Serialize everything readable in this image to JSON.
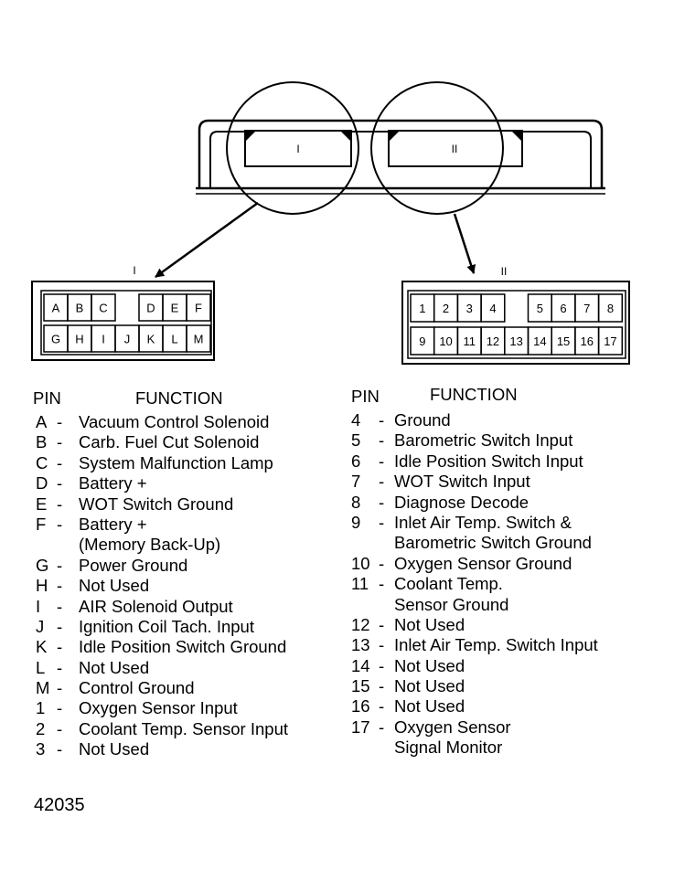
{
  "connector_labels": {
    "left": "I",
    "right": "II"
  },
  "connector_i": {
    "top_row": [
      "A",
      "B",
      "C",
      "",
      "D",
      "E",
      "F"
    ],
    "bottom_row": [
      "G",
      "H",
      "I",
      "J",
      "K",
      "L",
      "M"
    ]
  },
  "connector_ii": {
    "top_row": [
      "1",
      "2",
      "3",
      "4",
      "",
      "5",
      "6",
      "7",
      "8"
    ],
    "bottom_row": [
      "9",
      "10",
      "11",
      "12",
      "13",
      "14",
      "15",
      "16",
      "17"
    ]
  },
  "table_left": {
    "pin_header": "PIN",
    "function_header": "FUNCTION",
    "rows": [
      {
        "pin": "A",
        "lines": [
          "Vacuum Control Solenoid"
        ]
      },
      {
        "pin": "B",
        "lines": [
          "Carb. Fuel Cut Solenoid"
        ]
      },
      {
        "pin": "C",
        "lines": [
          "System Malfunction Lamp"
        ]
      },
      {
        "pin": "D",
        "lines": [
          "Battery +"
        ]
      },
      {
        "pin": "E",
        "lines": [
          "WOT Switch Ground"
        ]
      },
      {
        "pin": "F",
        "lines": [
          "Battery +",
          "(Memory Back-Up)"
        ]
      },
      {
        "pin": "G",
        "lines": [
          "Power Ground"
        ]
      },
      {
        "pin": "H",
        "lines": [
          "Not Used"
        ]
      },
      {
        "pin": "I",
        "lines": [
          "AIR Solenoid Output"
        ]
      },
      {
        "pin": "J",
        "lines": [
          "Ignition Coil Tach. Input"
        ]
      },
      {
        "pin": "K",
        "lines": [
          "Idle Position Switch Ground"
        ]
      },
      {
        "pin": "L",
        "lines": [
          "Not Used"
        ]
      },
      {
        "pin": "M",
        "lines": [
          "Control Ground"
        ]
      },
      {
        "pin": "1",
        "lines": [
          "Oxygen Sensor Input"
        ]
      },
      {
        "pin": "2",
        "lines": [
          "Coolant Temp. Sensor Input"
        ]
      },
      {
        "pin": "3",
        "lines": [
          "Not Used"
        ]
      }
    ]
  },
  "table_right": {
    "pin_header": "PIN",
    "function_header": "FUNCTION",
    "rows": [
      {
        "pin": "4",
        "lines": [
          "Ground"
        ]
      },
      {
        "pin": "5",
        "lines": [
          "Barometric Switch Input"
        ]
      },
      {
        "pin": "6",
        "lines": [
          "Idle Position Switch Input"
        ]
      },
      {
        "pin": "7",
        "lines": [
          "WOT Switch Input"
        ]
      },
      {
        "pin": "8",
        "lines": [
          "Diagnose Decode"
        ]
      },
      {
        "pin": "9",
        "lines": [
          "Inlet Air Temp. Switch &",
          "Barometric Switch Ground"
        ]
      },
      {
        "pin": "10",
        "lines": [
          "Oxygen Sensor Ground"
        ]
      },
      {
        "pin": "11",
        "lines": [
          "Coolant Temp.",
          "Sensor Ground"
        ]
      },
      {
        "pin": "12",
        "lines": [
          "Not Used"
        ]
      },
      {
        "pin": "13",
        "lines": [
          "Inlet Air Temp. Switch Input"
        ]
      },
      {
        "pin": "14",
        "lines": [
          "Not Used"
        ]
      },
      {
        "pin": "15",
        "lines": [
          "Not Used"
        ]
      },
      {
        "pin": "16",
        "lines": [
          "Not Used"
        ]
      },
      {
        "pin": "17",
        "lines": [
          "Oxygen Sensor",
          "Signal Monitor"
        ]
      }
    ]
  },
  "figure_id": "42035"
}
